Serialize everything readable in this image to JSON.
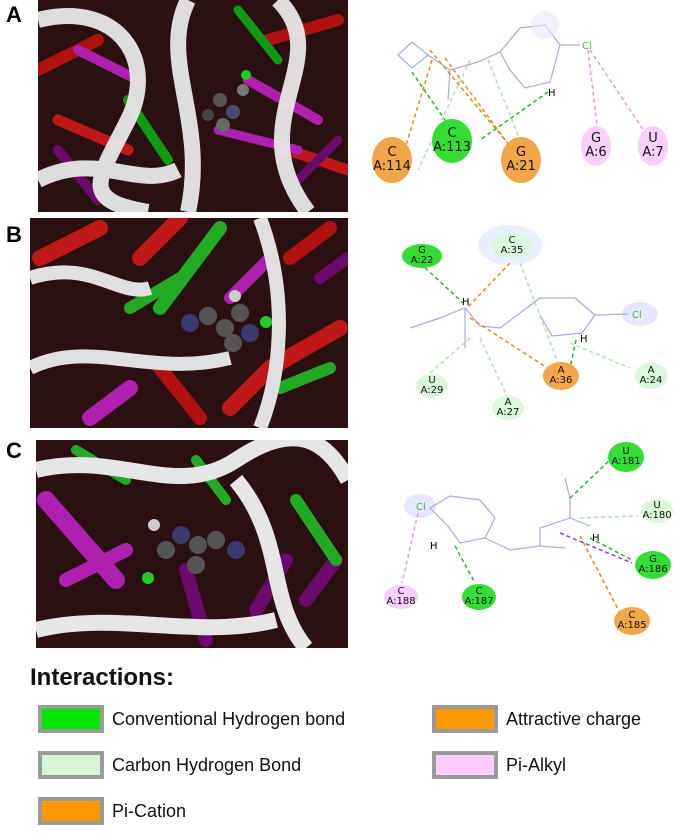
{
  "panels": [
    {
      "letter": "A",
      "residues": [
        {
          "id": "c114",
          "base": "C",
          "pos": "A:114",
          "type": "pi_cation"
        },
        {
          "id": "c113",
          "base": "C",
          "pos": "A:113",
          "type": "hbond"
        },
        {
          "id": "g21",
          "base": "G",
          "pos": "A:21",
          "type": "pi_cation"
        },
        {
          "id": "g6",
          "base": "G",
          "pos": "A:6",
          "type": "pi_alkyl"
        },
        {
          "id": "u7",
          "base": "U",
          "pos": "A:7",
          "type": "pi_alkyl"
        }
      ],
      "atoms": {
        "cl": "Cl",
        "h": "H"
      }
    },
    {
      "letter": "B",
      "residues": [
        {
          "id": "g22",
          "base": "G",
          "pos": "A:22",
          "type": "hbond"
        },
        {
          "id": "c35",
          "base": "C",
          "pos": "A:35",
          "type": "carbon_hbond"
        },
        {
          "id": "a36",
          "base": "A",
          "pos": "A:36",
          "type": "attractive"
        },
        {
          "id": "a24",
          "base": "A",
          "pos": "A:24",
          "type": "carbon_hbond"
        },
        {
          "id": "u29",
          "base": "U",
          "pos": "A:29",
          "type": "carbon_hbond"
        },
        {
          "id": "a27",
          "base": "A",
          "pos": "A:27",
          "type": "carbon_hbond"
        }
      ],
      "atoms": {
        "cl": "Cl",
        "h1": "H",
        "h2": "H"
      }
    },
    {
      "letter": "C",
      "residues": [
        {
          "id": "u181",
          "base": "U",
          "pos": "A:181",
          "type": "hbond"
        },
        {
          "id": "u180",
          "base": "U",
          "pos": "A:180",
          "type": "carbon_hbond"
        },
        {
          "id": "g186",
          "base": "G",
          "pos": "A:186",
          "type": "hbond"
        },
        {
          "id": "c185",
          "base": "C",
          "pos": "A:185",
          "type": "pi_cation"
        },
        {
          "id": "c188",
          "base": "C",
          "pos": "A:188",
          "type": "pi_alkyl"
        },
        {
          "id": "c187",
          "base": "C",
          "pos": "A:187",
          "type": "hbond"
        }
      ],
      "atoms": {
        "cl": "Cl",
        "h1": "H",
        "h2": "H"
      }
    }
  ],
  "legend": {
    "title": "Interactions:",
    "items": [
      {
        "label": "Conventional Hydrogen bond",
        "color": "#00e600"
      },
      {
        "label": "Attractive charge",
        "color": "#ff9900"
      },
      {
        "label": "Carbon Hydrogen Bond",
        "color": "#d6f5d6"
      },
      {
        "label": "Pi-Alkyl",
        "color": "#ffccff"
      },
      {
        "label": "Pi-Cation",
        "color": "#ff9900"
      }
    ]
  },
  "colors": {
    "hbond": "#33dd33",
    "carbon_hbond": "#d9f7d9",
    "attractive": "#f2a64a",
    "pi_cation": "#f2a64a",
    "pi_alkyl": "#f7cff7",
    "hbond_line": "#22bb22",
    "carbon_line": "#a8e6a8",
    "orange_line": "#e08a1e",
    "pink_line": "#e89ae8",
    "molecule": "#aaaadd"
  }
}
